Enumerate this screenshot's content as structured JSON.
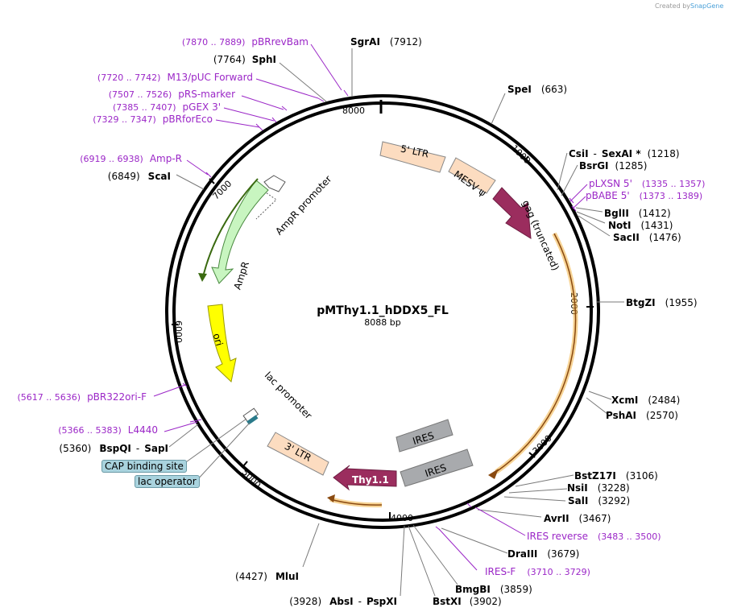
{
  "credit": {
    "created_by": "Created by",
    "brand": "SnapGene"
  },
  "plasmid": {
    "name": "pMThy1.1_hDDX5_FL",
    "size": "8088 bp"
  },
  "ticks": [
    "1000",
    "2000",
    "3000",
    "4000",
    "5000",
    "6000",
    "7000",
    "8000"
  ],
  "features": {
    "ltr5": "5' LTR",
    "mesv": "MESV ψ",
    "gag": "gag (truncated)",
    "ampr_promoter": "AmpR promoter",
    "ampr": "AmpR",
    "ori": "ori",
    "lac_promoter": "lac promoter",
    "ltr3": "3' LTR",
    "thy11": "Thy1.1",
    "ires1": "IRES",
    "ires2": "IRES"
  },
  "sites": [
    {
      "name": "SgrAI",
      "pos": "(7912)"
    },
    {
      "name": "SpeI",
      "pos": "(663)"
    },
    {
      "name": "SphI",
      "pos": "(7764)"
    },
    {
      "name": "CsiI",
      "name2": "SexAI *",
      "pos": "(1218)"
    },
    {
      "name": "BsrGI",
      "pos": "(1285)"
    },
    {
      "name": "BglII",
      "pos": "(1412)"
    },
    {
      "name": "NotI",
      "pos": "(1431)"
    },
    {
      "name": "SacII",
      "pos": "(1476)"
    },
    {
      "name": "BtgZI",
      "pos": "(1955)"
    },
    {
      "name": "XcmI",
      "pos": "(2484)"
    },
    {
      "name": "PshAI",
      "pos": "(2570)"
    },
    {
      "name": "BstZ17I",
      "pos": "(3106)"
    },
    {
      "name": "NsiI",
      "pos": "(3228)"
    },
    {
      "name": "SalI",
      "pos": "(3292)"
    },
    {
      "name": "AvrII",
      "pos": "(3467)"
    },
    {
      "name": "DraIII",
      "pos": "(3679)"
    },
    {
      "name": "BmgBI",
      "pos": "(3859)"
    },
    {
      "name": "BstXI",
      "pos": "(3902)"
    },
    {
      "name": "AbsI",
      "name2": "PspXI",
      "pos": "(3928)"
    },
    {
      "name": "MluI",
      "pos": "(4427)"
    },
    {
      "name": "BspQI",
      "name2": "SapI",
      "pos": "(5360)"
    },
    {
      "name": "ScaI",
      "pos": "(6849)"
    }
  ],
  "primers": [
    {
      "name": "pBRrevBam",
      "pos": "(7870 .. 7889)"
    },
    {
      "name": "M13/pUC Forward",
      "pos": "(7720 .. 7742)"
    },
    {
      "name": "pRS-marker",
      "pos": "(7507 .. 7526)"
    },
    {
      "name": "pGEX 3'",
      "pos": "(7385 .. 7407)"
    },
    {
      "name": "pBRforEco",
      "pos": "(7329 .. 7347)"
    },
    {
      "name": "Amp-R",
      "pos": "(6919 .. 6938)"
    },
    {
      "name": "pLXSN 5'",
      "pos": "(1335 .. 1357)"
    },
    {
      "name": "pBABE 5'",
      "pos": "(1373 .. 1389)"
    },
    {
      "name": "IRES reverse",
      "pos": "(3483 .. 3500)"
    },
    {
      "name": "IRES-F",
      "pos": "(3710 .. 3729)"
    },
    {
      "name": "pBR322ori-F",
      "pos": "(5617 .. 5636)"
    },
    {
      "name": "L4440",
      "pos": "(5366 .. 5383)"
    }
  ],
  "boxes": {
    "cap": "CAP binding site",
    "lac_op": "lac operator"
  },
  "colors": {
    "primer": "#9b27c7",
    "ampr": "#c8f5c0",
    "ori": "#ffff00",
    "ltr": "#fcdcc0",
    "gag": "#9b2d5e",
    "ires": "#a8aaad",
    "orf": "#f0b040"
  }
}
